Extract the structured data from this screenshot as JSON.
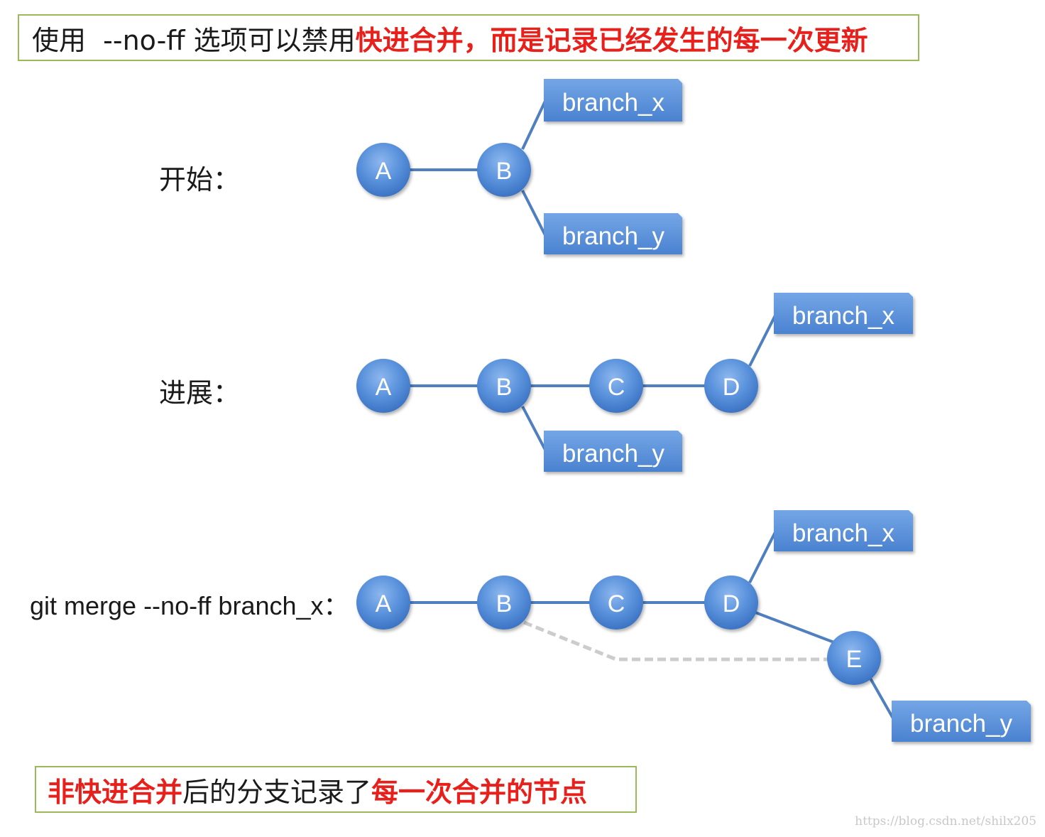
{
  "top_caption": {
    "plain": "使用  --no-ff 选项可以禁用",
    "highlight": "快进合并，而是记录已经发生的每一次更新"
  },
  "stages": {
    "start": "开始：",
    "progress": "进展：",
    "merge": "git merge --no-ff branch_x："
  },
  "nodes": {
    "a": "A",
    "b": "B",
    "c": "C",
    "d": "D",
    "e": "E"
  },
  "branches": {
    "x": "branch_x",
    "y": "branch_y"
  },
  "bottom_caption": {
    "highlight1": "非快进合并",
    "plain": "后的分支记录了",
    "highlight2": "每一次合并的节点"
  },
  "watermark": "https://blog.csdn.net/shilx205",
  "colors": {
    "node_fill": "#4f86d6",
    "edge": "#4f7fbf",
    "merge_path": "#cccccc",
    "caption_border": "#9bbb59",
    "highlight_text": "#e8201b"
  }
}
